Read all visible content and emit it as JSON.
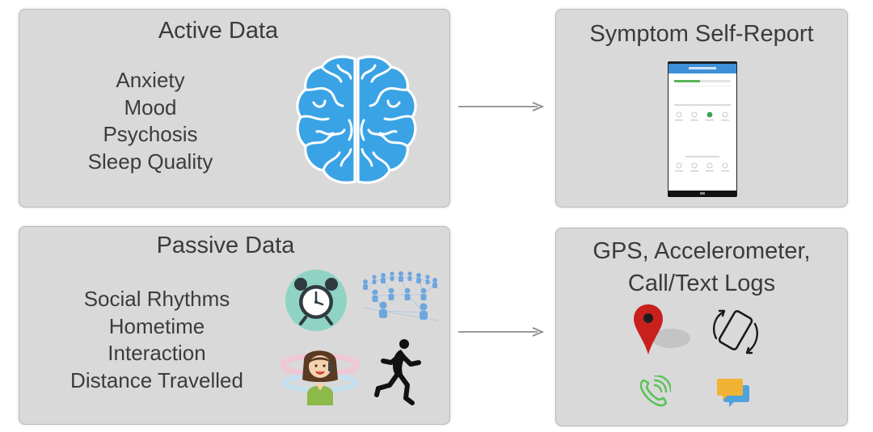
{
  "active": {
    "title": "Active Data",
    "items": [
      "Anxiety",
      "Mood",
      "Psychosis",
      "Sleep Quality"
    ],
    "icon": "brain-icon"
  },
  "passive": {
    "title": "Passive Data",
    "items": [
      "Social Rhythms",
      "Hometime",
      "Interaction",
      "Distance Travelled"
    ],
    "icons": [
      "alarm-clock-icon",
      "crowd-network-icon",
      "person-on-phone-icon",
      "runner-icon"
    ]
  },
  "symptom": {
    "title": "Symptom Self-Report",
    "icon": "phone-survey-screenshot"
  },
  "sensors": {
    "title_line1": "GPS, Accelerometer,",
    "title_line2": "Call/Text Logs",
    "icons": [
      "location-pin-icon",
      "phone-rotate-icon",
      "phone-call-icon",
      "chat-bubbles-icon"
    ]
  },
  "colors": {
    "panel_bg": "#d9d9d9",
    "brain": "#3aa3e6",
    "pin": "#c9201e",
    "call": "#5cc15a",
    "chat": "#f2b233",
    "arrow": "#8c8c8c"
  }
}
